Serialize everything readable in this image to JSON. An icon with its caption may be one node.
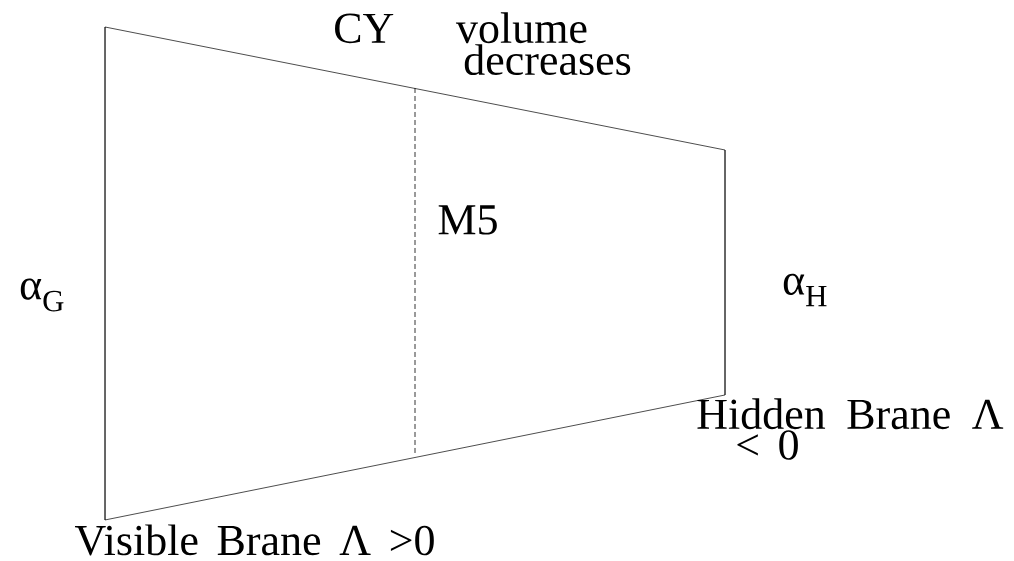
{
  "diagram": {
    "labels": [
      "CY volume decreases",
      "M5",
      "α$_{G}$",
      "α$_{H}$",
      "Hidden Brane Λ < 0",
      "Visible Brane Λ >0"
    ]
  }
}
